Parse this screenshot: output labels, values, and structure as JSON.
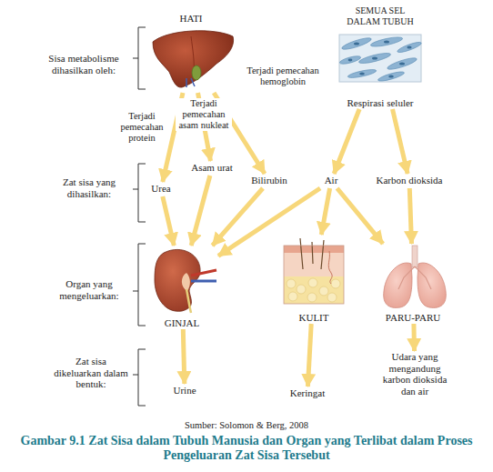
{
  "diagram": {
    "caption": "Gambar 9.1 Zat Sisa dalam Tubuh Manusia dan Organ yang Terlibat dalam Proses Pengeluaran Zat Sisa Tersebut",
    "nodes": [
      {
        "text": [
          "HATI"
        ]
      },
      {
        "text": [
          "SEMUA SEL DALAM TUBUH",
          "Respirasi seluler"
        ]
      },
      {
        "text": [
          "Urea"
        ]
      },
      {
        "text": [
          "Asam urat"
        ]
      },
      {
        "text": [
          "Bilirubin"
        ]
      },
      {
        "text": [
          "Air"
        ]
      },
      {
        "text": [
          "Karbon dioksida"
        ]
      },
      {
        "text": [
          "GINJAL"
        ]
      },
      {
        "text": [
          "KULIT"
        ]
      },
      {
        "text": [
          "PARU-PARU"
        ]
      },
      {
        "text": [
          "Urine"
        ]
      },
      {
        "text": [
          "Keringat"
        ]
      },
      {
        "text": [
          "Udara yang mengandung karbon dioksida dan air"
        ]
      }
    ],
    "edges": [
      {
        "from": 0,
        "to": 2,
        "label": "Terjadi pemecahan protein",
        "arrow": "to"
      },
      {
        "from": 0,
        "to": 3,
        "label": "Terjadi pemecahan asam nukleat",
        "arrow": "to"
      },
      {
        "from": 0,
        "to": 4,
        "label": "Terjadi pemecahan hemoglobin",
        "arrow": "to"
      },
      {
        "from": 1,
        "to": 5,
        "arrow": "to"
      },
      {
        "from": 1,
        "to": 6,
        "arrow": "to"
      },
      {
        "from": 2,
        "to": 7,
        "arrow": "to"
      },
      {
        "from": 3,
        "to": 7,
        "arrow": "to"
      },
      {
        "from": 4,
        "to": 7,
        "arrow": "to"
      },
      {
        "from": 5,
        "to": 7,
        "arrow": "to"
      },
      {
        "from": 5,
        "to": 8,
        "arrow": "to"
      },
      {
        "from": 5,
        "to": 9,
        "arrow": "to"
      },
      {
        "from": 6,
        "to": 9,
        "arrow": "to"
      },
      {
        "from": 7,
        "to": 10,
        "arrow": "to"
      },
      {
        "from": 8,
        "to": 11,
        "arrow": "to"
      },
      {
        "from": 9,
        "to": 12,
        "arrow": "to"
      }
    ],
    "labels": [
      "Sisa metabolisme dihasilkan oleh:",
      "Zat sisa yang dihasilkan:",
      "Organ yang mengeluarkan:",
      "Zat sisa dikeluarkan dalam bentuk:",
      "Sumber: Solomon & Berg, 2008"
    ]
  }
}
